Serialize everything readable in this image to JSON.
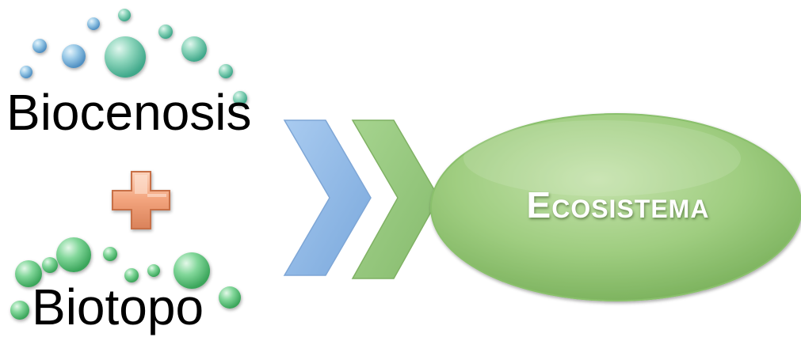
{
  "diagram": {
    "term_top": "Biocenosis",
    "term_bottom": "Biotopo",
    "result": "Ecosistema"
  },
  "colors": {
    "bubble_blue": "#7fb5e0",
    "bubble_green": "#6fcf8f",
    "plus_fill": "#f2a37c",
    "chevron_blue": "#8fb8e8",
    "chevron_green": "#93c47d",
    "ellipse_fill": "#9ccb7e",
    "result_text": "#ffffff"
  },
  "icons": {
    "plus": "plus-icon",
    "arrows": "double-chevron-right-icon"
  }
}
